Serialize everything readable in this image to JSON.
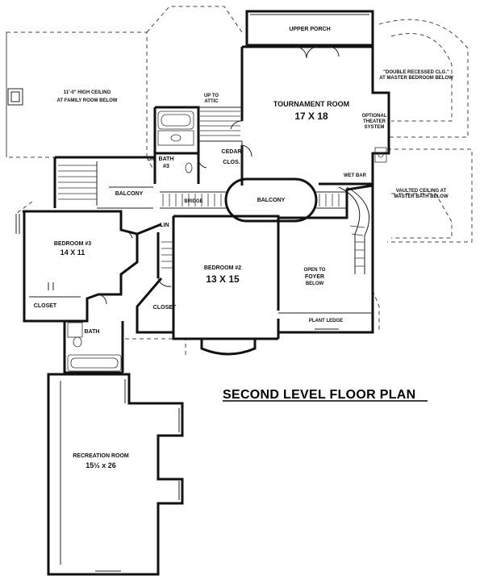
{
  "plan_title": "SECOND LEVEL FLOOR PLAN",
  "rooms": {
    "upper_porch": "UPPER PORCH",
    "tournament_room": "TOURNAMENT ROOM",
    "tournament_size": "17 X 18",
    "optional_theater": [
      "OPTIONAL",
      "THEATER",
      "SYSTEM"
    ],
    "family_ceiling": [
      "11'-0\" HIGH CEILING",
      "AT FAMILY ROOM BELOW"
    ],
    "up_to_attic": [
      "UP TO",
      "ATTIC"
    ],
    "double_recessed": [
      "\"DOUBLE RECESSED CLG.\"",
      "AT MASTER BEDROOM BELOW"
    ],
    "vaulted_ceiling": [
      "VAULTED CEILING AT",
      "MASTER BATH BELOW"
    ],
    "bath3": [
      "BATH",
      "#3"
    ],
    "cedar_clos": [
      "CEDAR",
      "CLOS."
    ],
    "wet_bar": "WET BAR",
    "balcony_left": "BALCONY",
    "balcony_center": "BALCONY",
    "bridge": "BRIDGE",
    "bedroom3": "BEDROOM #3",
    "bedroom3_size": "14 X 11",
    "lin": "LIN",
    "bedroom2": "BEDROOM #2",
    "bedroom2_size": "13 X 15",
    "open_foyer": [
      "OPEN TO",
      "FOYER",
      "BELOW"
    ],
    "closet_left": "CLOSET",
    "closet_mid": "CLOSET",
    "bath": "BATH",
    "plant_ledge": "PLANT LEDGE",
    "recreation_room": "RECREATION ROOM",
    "recreation_size": "15½ x 26",
    "on": "ON"
  }
}
